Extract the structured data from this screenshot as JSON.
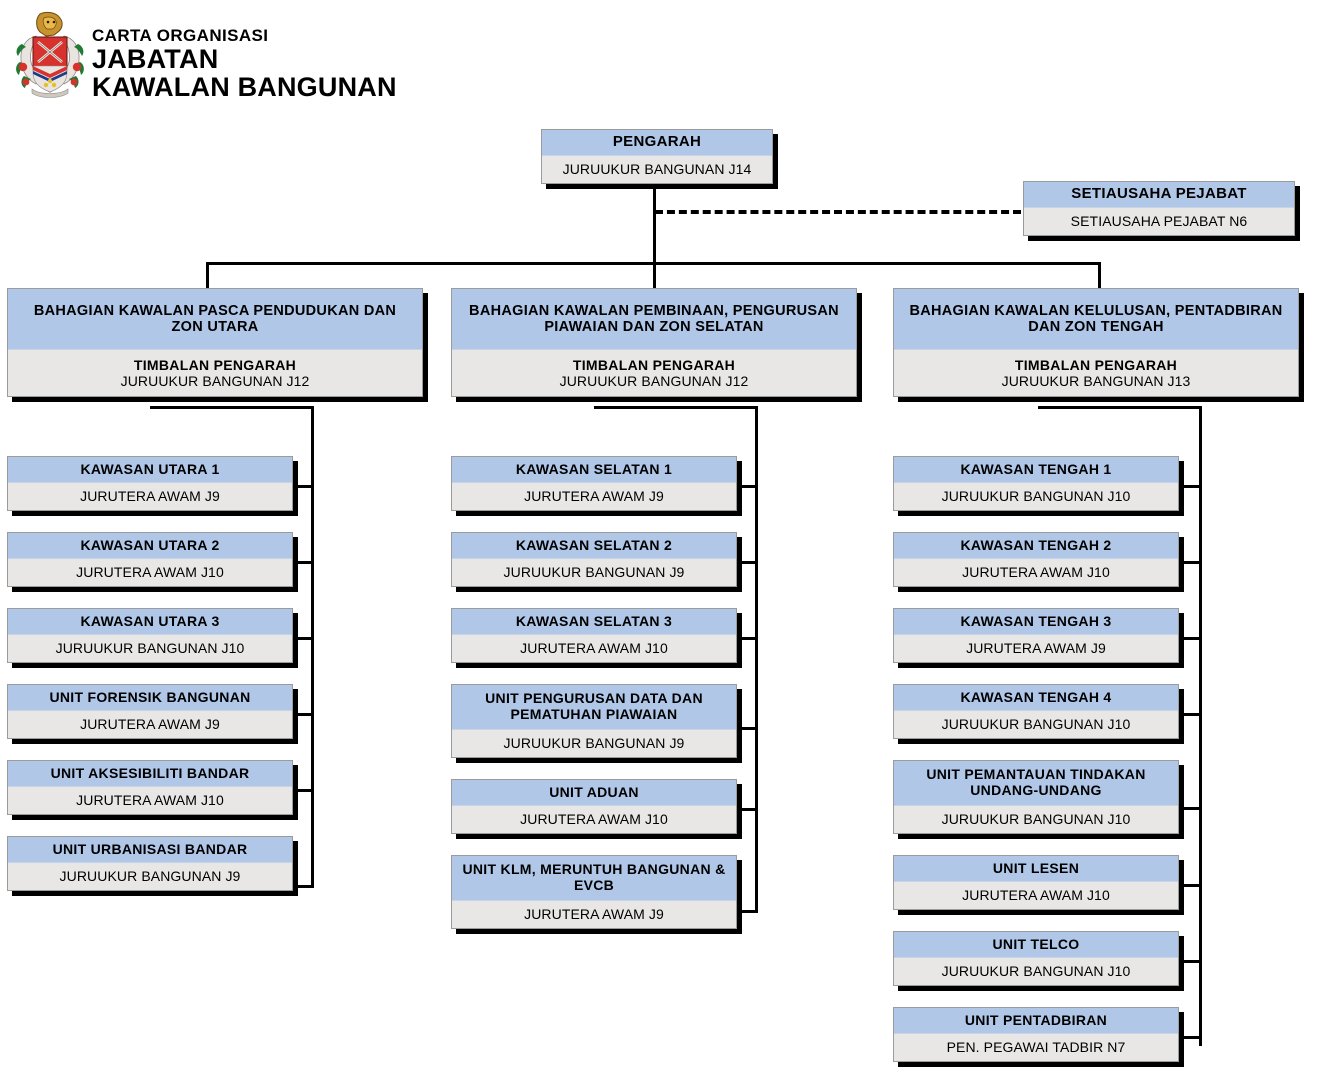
{
  "header": {
    "line1": "CARTA ORGANISASI",
    "line2": "JABATAN",
    "line3": "KAWALAN BANGUNAN",
    "crest_name": "kuala-lumpur-coat-of-arms"
  },
  "colors": {
    "title_blue": "#b0c7e8",
    "body_gray": "#e8e7e5",
    "border_gray": "#9b9b9b",
    "shadow": "#000000",
    "connector": "#000000"
  },
  "root": {
    "title": "PENGARAH",
    "grade": "JURUUKUR BANGUNAN J14"
  },
  "secretary": {
    "title": "SETIAUSAHA PEJABAT",
    "grade": "SETIAUSAHA PEJABAT N6"
  },
  "divisions": [
    {
      "title": "BAHAGIAN KAWALAN  PASCA PENDUDUKAN DAN ZON UTARA",
      "role": "TIMBALAN PENGARAH",
      "grade": "JURUUKUR BANGUNAN J12",
      "units": [
        {
          "title": "KAWASAN UTARA 1",
          "grade": "JURUTERA AWAM J9"
        },
        {
          "title": "KAWASAN UTARA 2",
          "grade": "JURUTERA AWAM J10"
        },
        {
          "title": "KAWASAN UTARA 3",
          "grade": "JURUUKUR BANGUNAN J10"
        },
        {
          "title": "UNIT FORENSIK BANGUNAN",
          "grade": "JURUTERA AWAM J9"
        },
        {
          "title": "UNIT AKSESIBILITI  BANDAR",
          "grade": "JURUTERA AWAM J10"
        },
        {
          "title": "UNIT URBANISASI BANDAR",
          "grade": "JURUUKUR BANGUNAN J9"
        }
      ]
    },
    {
      "title": "BAHAGIAN KAWALAN  PEMBINAAN, PENGURUSAN PIAWAIAN DAN ZON SELATAN",
      "role": "TIMBALAN PENGARAH",
      "grade": "JURUUKUR BANGUNAN J12",
      "units": [
        {
          "title": "KAWASAN SELATAN 1",
          "grade": "JURUTERA AWAM J9"
        },
        {
          "title": "KAWASAN SELATAN 2",
          "grade": "JURUUKUR BANGUNAN J9"
        },
        {
          "title": "KAWASAN SELATAN 3",
          "grade": "JURUTERA AWAM J10"
        },
        {
          "title": "UNIT PENGURUSAN DATA DAN PEMATUHAN PIAWAIAN",
          "grade": "JURUUKUR BANGUNAN J9"
        },
        {
          "title": "UNIT ADUAN",
          "grade": "JURUTERA AWAM J10"
        },
        {
          "title": "UNIT KLM, MERUNTUH BANGUNAN & EVCB",
          "grade": "JURUTERA AWAM J9"
        }
      ]
    },
    {
      "title": "BAHAGIAN KAWALAN  KELULUSAN, PENTADBIRAN DAN ZON TENGAH",
      "role": "TIMBALAN PENGARAH",
      "grade": "JURUUKUR BANGUNAN J13",
      "units": [
        {
          "title": "KAWASAN TENGAH 1",
          "grade": "JURUUKUR BANGUNAN J10"
        },
        {
          "title": "KAWASAN TENGAH 2",
          "grade": "JURUTERA AWAM J10"
        },
        {
          "title": "KAWASAN TENGAH 3",
          "grade": "JURUTERA AWAM J9"
        },
        {
          "title": "KAWASAN TENGAH 4",
          "grade": "JURUUKUR BANGUNAN J10"
        },
        {
          "title": "UNIT PEMANTAUAN TINDAKAN UNDANG-UNDANG",
          "grade": "JURUUKUR BANGUNAN J10"
        },
        {
          "title": "UNIT LESEN",
          "grade": "JURUTERA AWAM J10"
        },
        {
          "title": "UNIT TELCO",
          "grade": "JURUUKUR BANGUNAN J10"
        },
        {
          "title": "UNIT PENTADBIRAN",
          "grade": "PEN. PEGAWAI TADBIR N7"
        }
      ]
    }
  ]
}
